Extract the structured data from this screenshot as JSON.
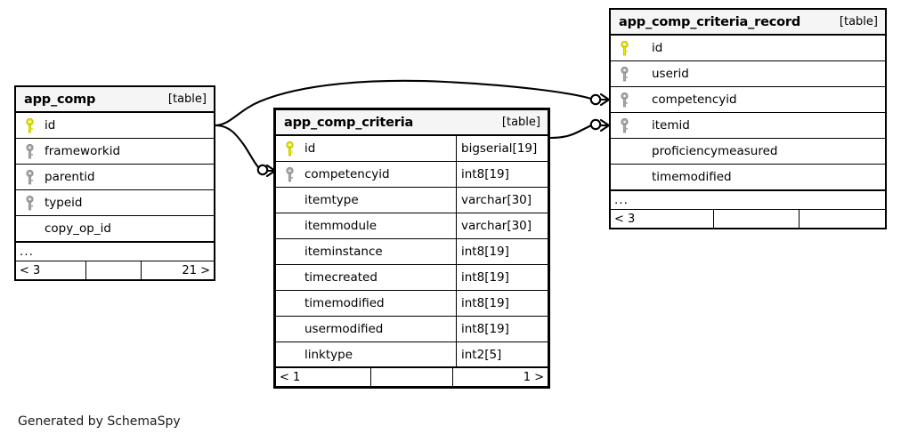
{
  "diagram": {
    "kind_label": "[table]",
    "ellipsis": "...",
    "credit": "Generated by SchemaSpy",
    "colors": {
      "primary_key": "#e8e80c",
      "foreign_key": "#a8a8a8",
      "header_bg": "#f5f5f5",
      "border": "#000000",
      "background": "#ffffff"
    }
  },
  "tables": [
    {
      "id": "app_comp",
      "name": "app_comp",
      "kind": "[table]",
      "focal": false,
      "columns": [
        {
          "name": "id",
          "key": "primary",
          "type": ""
        },
        {
          "name": "frameworkid",
          "key": "foreign",
          "type": ""
        },
        {
          "name": "parentid",
          "key": "foreign",
          "type": ""
        },
        {
          "name": "typeid",
          "key": "foreign",
          "type": ""
        },
        {
          "name": "copy_op_id",
          "key": "none",
          "type": ""
        }
      ],
      "has_more": true,
      "footer": {
        "left": "< 3",
        "middle": "",
        "right": "21 >"
      }
    },
    {
      "id": "app_comp_criteria",
      "name": "app_comp_criteria",
      "kind": "[table]",
      "focal": true,
      "columns": [
        {
          "name": "id",
          "key": "primary",
          "type": "bigserial[19]"
        },
        {
          "name": "competencyid",
          "key": "foreign",
          "type": "int8[19]"
        },
        {
          "name": "itemtype",
          "key": "none",
          "type": "varchar[30]"
        },
        {
          "name": "itemmodule",
          "key": "none",
          "type": "varchar[30]"
        },
        {
          "name": "iteminstance",
          "key": "none",
          "type": "int8[19]"
        },
        {
          "name": "timecreated",
          "key": "none",
          "type": "int8[19]"
        },
        {
          "name": "timemodified",
          "key": "none",
          "type": "int8[19]"
        },
        {
          "name": "usermodified",
          "key": "none",
          "type": "int8[19]"
        },
        {
          "name": "linktype",
          "key": "none",
          "type": "int2[5]"
        }
      ],
      "has_more": false,
      "footer": {
        "left": "< 1",
        "middle": "",
        "right": "1 >"
      }
    },
    {
      "id": "app_comp_criteria_record",
      "name": "app_comp_criteria_record",
      "kind": "[table]",
      "focal": false,
      "columns": [
        {
          "name": "id",
          "key": "primary",
          "type": ""
        },
        {
          "name": "userid",
          "key": "foreign",
          "type": ""
        },
        {
          "name": "competencyid",
          "key": "foreign",
          "type": ""
        },
        {
          "name": "itemid",
          "key": "foreign",
          "type": ""
        },
        {
          "name": "proficiencymeasured",
          "key": "none",
          "type": ""
        },
        {
          "name": "timemodified",
          "key": "none",
          "type": ""
        }
      ],
      "has_more": true,
      "footer": {
        "left": "< 3",
        "middle": "",
        "right": ""
      }
    }
  ],
  "relationships": [
    {
      "from_table": "app_comp",
      "from_column": "id",
      "to_table": "app_comp_criteria_record",
      "to_column": "competencyid",
      "notation": "zero-or-many"
    },
    {
      "from_table": "app_comp",
      "from_column": "id",
      "to_table": "app_comp_criteria",
      "to_column": "competencyid",
      "notation": "zero-or-many"
    },
    {
      "from_table": "app_comp_criteria",
      "from_column": "id",
      "to_table": "app_comp_criteria_record",
      "to_column": "itemid",
      "notation": "zero-or-many"
    }
  ]
}
